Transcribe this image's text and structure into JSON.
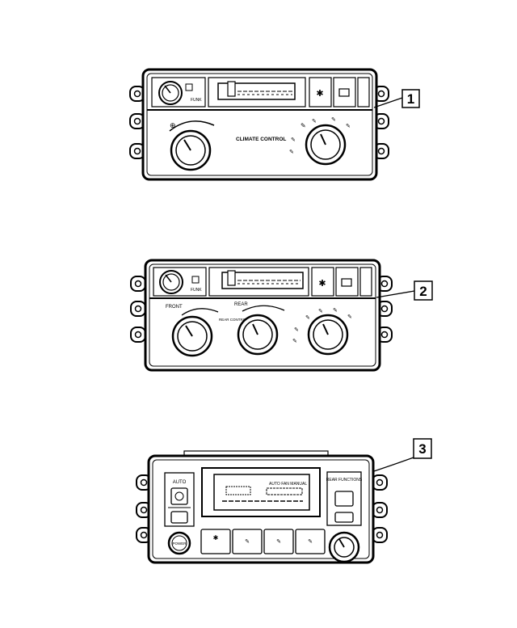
{
  "callouts": [
    "1",
    "2",
    "3"
  ],
  "panel1": {
    "fan_label": "FUNK",
    "title": "CLIMATE CONTROL"
  },
  "panel2": {
    "fan_label": "FUNK",
    "front_label": "FRONT",
    "rear_label": "REAR",
    "rear_control_label": "REAR CONTROL"
  },
  "panel3": {
    "auto_label": "AUTO",
    "display_text": "AUTO FAN MANUAL",
    "rear_functions_label": "REAR FUNCTIONS",
    "power_label": "POWER"
  }
}
